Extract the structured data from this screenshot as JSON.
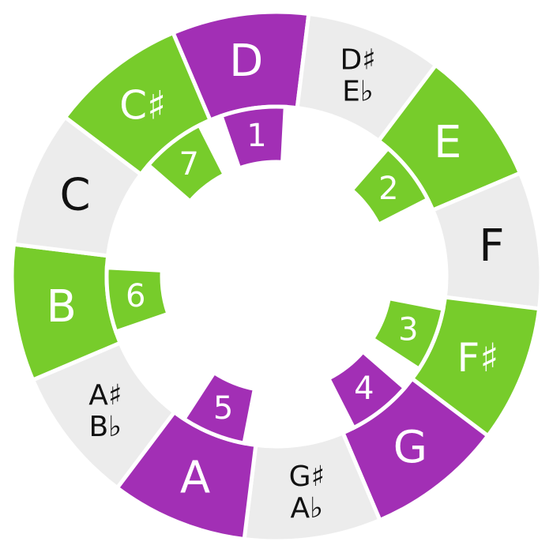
{
  "colors": {
    "green": "#77cc2b",
    "purple": "#a22fb5",
    "gray": "#ececec",
    "dark_text": "#111111",
    "light_text": "#ffffff",
    "divider": "#ffffff"
  },
  "notes": [
    {
      "lines": [
        "D"
      ],
      "fill": "purple",
      "degree": "1"
    },
    {
      "lines": [
        "D♯",
        "E♭"
      ],
      "fill": "gray",
      "degree": null
    },
    {
      "lines": [
        "E"
      ],
      "fill": "green",
      "degree": "2"
    },
    {
      "lines": [
        "F"
      ],
      "fill": "gray",
      "degree": null
    },
    {
      "lines": [
        "F♯"
      ],
      "fill": "green",
      "degree": "3"
    },
    {
      "lines": [
        "G"
      ],
      "fill": "purple",
      "degree": "4"
    },
    {
      "lines": [
        "G♯",
        "A♭"
      ],
      "fill": "gray",
      "degree": null
    },
    {
      "lines": [
        "A"
      ],
      "fill": "purple",
      "degree": "5"
    },
    {
      "lines": [
        "A♯",
        "B♭"
      ],
      "fill": "gray",
      "degree": null
    },
    {
      "lines": [
        "B"
      ],
      "fill": "green",
      "degree": "6"
    },
    {
      "lines": [
        "C"
      ],
      "fill": "gray",
      "degree": null
    },
    {
      "lines": [
        "C♯"
      ],
      "fill": "green",
      "degree": "7"
    }
  ]
}
